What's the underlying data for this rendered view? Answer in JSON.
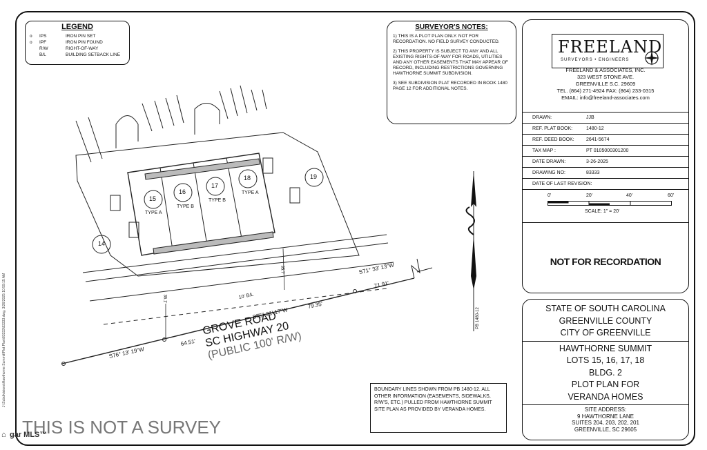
{
  "legend": {
    "title": "LEGEND",
    "items": [
      {
        "sym": "o",
        "abbr": "IPS",
        "desc": "IRON PIN SET"
      },
      {
        "sym": "o",
        "abbr": "IPF",
        "desc": "IRON PIN FOUND"
      },
      {
        "sym": "",
        "abbr": "R/W",
        "desc": "RIGHT-OF-WAY"
      },
      {
        "sym": "",
        "abbr": "B/L",
        "desc": "BUILDING SETBACK LINE"
      }
    ]
  },
  "notes": {
    "title": "SURVEYOR'S NOTES:",
    "items": [
      "1) THIS IS A PLOT PLAN ONLY. NOT FOR RECORDATION. NO FIELD SURVEY CONDUCTED.",
      "2) THIS PROPERTY IS SUBJECT TO ANY AND ALL EXISTING RIGHTS-OF-WAY FOR ROADS, UTILITIES AND ANY OTHER EASEMENTS THAT MAY APPEAR OF RECORD, INCLUDING RESTRICTIONS GOVERNING HAWTHORNE SUMMIT SUBDIVISION.",
      "3) SEE SUBDIVISION PLAT RECORDED IN BOOK 1480 PAGE 12 FOR ADDITIONAL NOTES."
    ]
  },
  "firm": {
    "logo_name": "FREELAND",
    "logo_sub": "SURVEYORS • ENGINEERS",
    "name": "FREELAND & ASSOCIATES, INC.",
    "street": "323 WEST STONE AVE.",
    "city": "GREENVILLE S.C. 29609",
    "phone": "TEL. (864) 271-4924 FAX: (864) 233-0315",
    "email": "EMAIL: info@freeland-associates.com"
  },
  "info": {
    "drawn_label": "DRAWN:",
    "drawn": "JJB",
    "plat_label": "REF. PLAT BOOK:",
    "plat": "1480-12",
    "deed_label": "REF. DEED BOOK:",
    "deed": "2641-5674",
    "tax_label": "TAX MAP :",
    "tax": "PT 0105000301200",
    "date_label": "DATE DRAWN:",
    "date": "3-26-2025",
    "drawing_label": "DRAWING NO:",
    "drawing": "83333",
    "revision_label": "DATE OF LAST REVISION:"
  },
  "scale": {
    "ticks": [
      "0'",
      "20'",
      "40'",
      "60'"
    ],
    "label": "SCALE:   1\" = 20'"
  },
  "not_for_recordation": "NOT FOR RECORDATION",
  "title_block": {
    "state": "STATE OF SOUTH CAROLINA",
    "county": "GREENVILLE COUNTY",
    "city": "CITY OF GREENVILLE",
    "subdivision": "HAWTHORNE SUMMIT",
    "lots": "LOTS 15, 16, 17, 18",
    "bldg": "BLDG. 2",
    "plan1": "PLOT PLAN FOR",
    "plan2": "VERANDA HOMES",
    "site_label": "SITE  ADDRESS:",
    "site1": "9 HAWTHORNE LANE",
    "site2": "SUITES 204, 203, 202, 201",
    "site3": "GREENVILLE, SC 29605"
  },
  "plan": {
    "lots": [
      {
        "num": "14",
        "type": ""
      },
      {
        "num": "15",
        "type": "TYPE A"
      },
      {
        "num": "16",
        "type": "TYPE B"
      },
      {
        "num": "17",
        "type": "TYPE B"
      },
      {
        "num": "18",
        "type": "TYPE A"
      },
      {
        "num": "19",
        "type": ""
      }
    ],
    "bearings": [
      {
        "dir": "S71° 33' 13\"W",
        "dist": "71.91'"
      },
      {
        "dir": "S75° 21' 17\"W",
        "dist": "79.35'"
      },
      {
        "dir": "S76° 13' 19\"W",
        "dist": "64.51'"
      }
    ],
    "road1": "GROVE ROAD",
    "road2": "SC HIGHWAY 20",
    "road3": "(PUBLIC 100' R/W)",
    "setback": "10' B/L",
    "dim_left": "36.1'",
    "dim_right": "35.7'",
    "north_ref": "PB 1480-12"
  },
  "boundary_note": "BOUNDARY LINES SHOWN FROM PB 1480-12.  ALL OTHER INFORMATION (EASEMENTS, SIDEWALKS, R/W'S, ETC.) PULLED FROM HAWTHORNE SUMMIT SITE PLAN AS PROVIDED BY VERANDA HOMES.",
  "footer": {
    "not_survey": "THIS IS NOT A SURVEY",
    "mls": "gar MLS™",
    "filepath": "J:\\Subdivisions\\Hawthorne Summit\\Plot Plan\\83333\\83333.dwg, 3/26/2025 10:59:15 AM"
  }
}
